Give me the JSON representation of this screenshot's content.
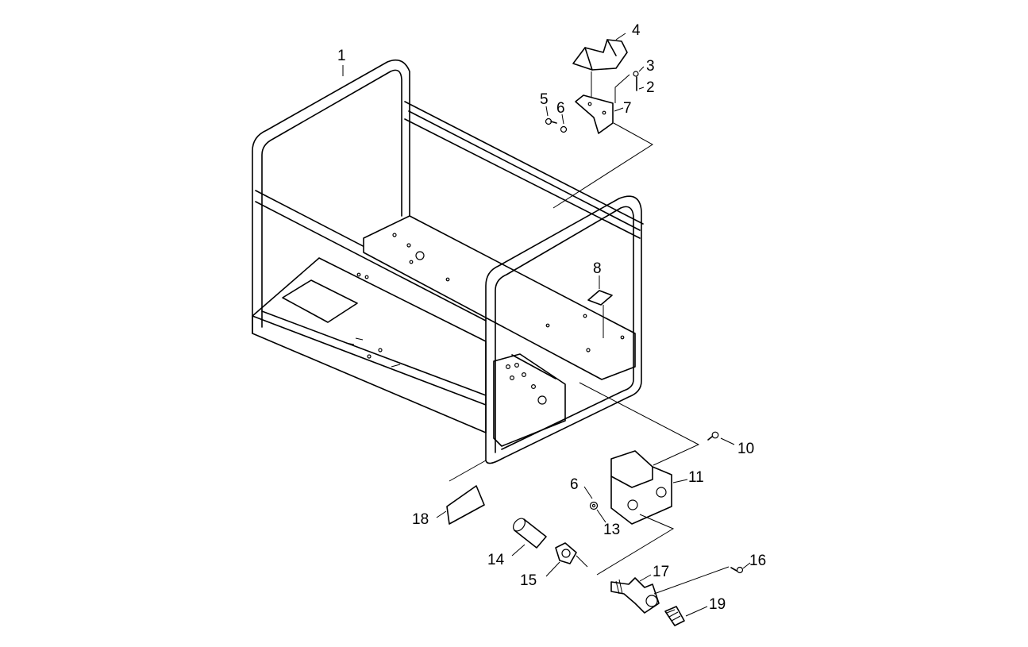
{
  "diagram": {
    "parts": [
      {
        "id": "1",
        "label": "1"
      },
      {
        "id": "2",
        "label": "2"
      },
      {
        "id": "3",
        "label": "3"
      },
      {
        "id": "4",
        "label": "4"
      },
      {
        "id": "5",
        "label": "5"
      },
      {
        "id": "6a",
        "label": "6"
      },
      {
        "id": "7",
        "label": "7"
      },
      {
        "id": "8",
        "label": "8"
      },
      {
        "id": "10",
        "label": "10"
      },
      {
        "id": "11",
        "label": "11"
      },
      {
        "id": "6b",
        "label": "6"
      },
      {
        "id": "13",
        "label": "13"
      },
      {
        "id": "14",
        "label": "14"
      },
      {
        "id": "15",
        "label": "15"
      },
      {
        "id": "16",
        "label": "16"
      },
      {
        "id": "17",
        "label": "17"
      },
      {
        "id": "18",
        "label": "18"
      },
      {
        "id": "19",
        "label": "19"
      }
    ]
  }
}
